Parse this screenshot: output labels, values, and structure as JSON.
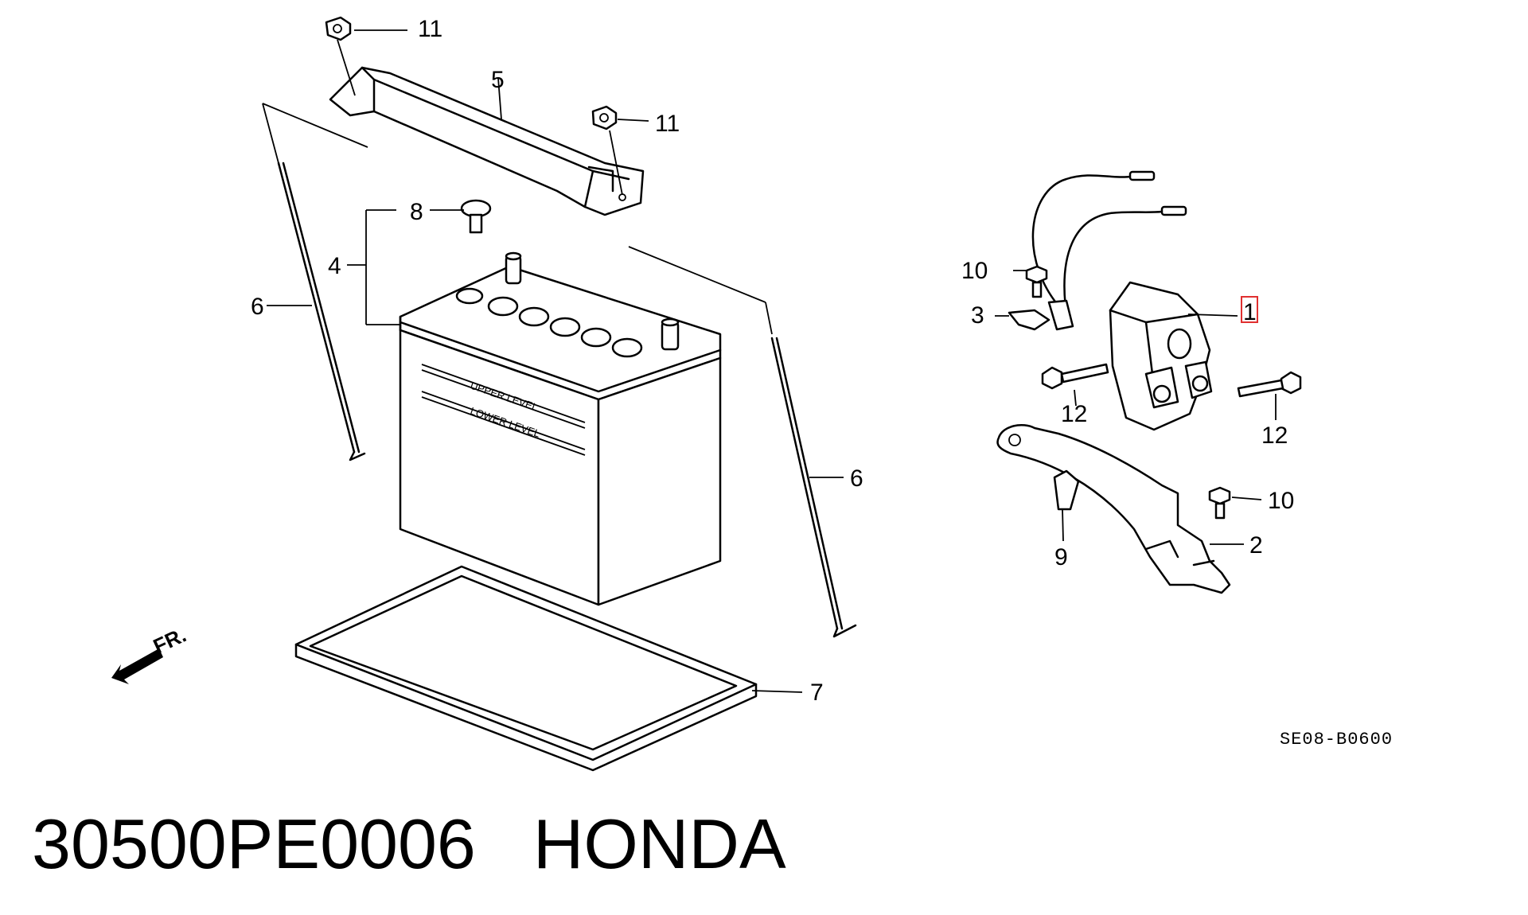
{
  "diagram": {
    "callouts": {
      "c1": "1",
      "c2": "2",
      "c3": "3",
      "c4": "4",
      "c5": "5",
      "c6a": "6",
      "c6b": "6",
      "c7": "7",
      "c8": "8",
      "c9": "9",
      "c10a": "10",
      "c10b": "10",
      "c11a": "11",
      "c11b": "11",
      "c12a": "12",
      "c12b": "12"
    },
    "battery_text": {
      "upper": "UPPER LEVEL",
      "lower": "LOWER LEVEL"
    },
    "front_arrow_label": "FR.",
    "drawing_code": "SE08-B0600",
    "highlight_color": "#e03030"
  },
  "caption": {
    "part_number": "30500PE0006",
    "brand": "HONDA"
  }
}
